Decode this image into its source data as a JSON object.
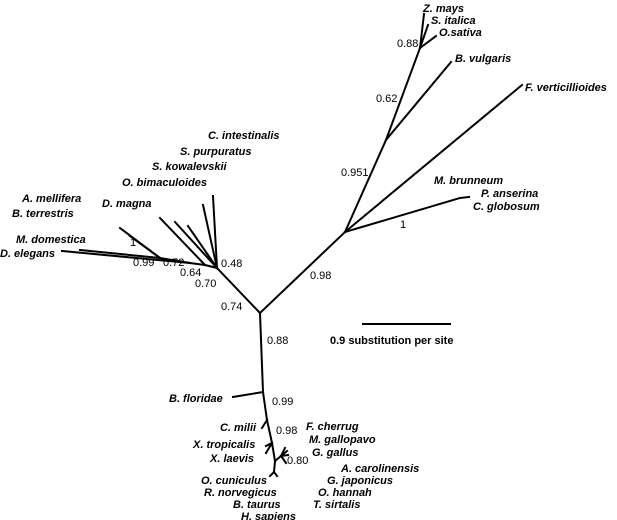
{
  "tree": {
    "taxa": {
      "z_mays": "Z. mays",
      "s_italica": "S. italica",
      "o_sativa": "O.sativa",
      "b_vulgaris": "B. vulgaris",
      "f_verticillioides": "F. verticillioides",
      "m_brunneum": "M. brunneum",
      "p_anserina": "P. anserina",
      "c_globosum": "C. globosum",
      "c_intestinalis": "C. intestinalis",
      "s_purpuratus": "S. purpuratus",
      "s_kowalevskii": "S. kowalevskii",
      "o_bimaculoides": "O. bimaculoides",
      "a_mellifera": "A. mellifera",
      "b_terrestris": "B. terrestris",
      "d_magna": "D. magna",
      "m_domestica": "M. domestica",
      "d_elegans": "D. elegans",
      "b_floridae": "B. floridae",
      "c_milii": "C. milii",
      "x_tropicalis": "X. tropicalis",
      "x_laevis": "X. laevis",
      "f_cherrug": "F. cherrug",
      "m_gallopavo": "M. gallopavo",
      "g_gallus": "G. gallus",
      "a_carolinensis": "A. carolinensis",
      "g_japonicus": "G. japonicus",
      "o_hannah": "O. hannah",
      "t_sirtalis": "T. sirtalis",
      "o_cuniculus": "O. cuniculus",
      "r_norvegicus": "R. norvegicus",
      "b_taurus": "B. taurus",
      "h_sapiens": "H. sapiens"
    },
    "support": {
      "s088_top": "0.88",
      "s062": "0.62",
      "s0951": "0.951",
      "s1_fungi": "1",
      "s098_right": "0.98",
      "s074": "0.74",
      "s088_mid": "0.88",
      "s099_low": "0.99",
      "s098_low": "0.98",
      "s080": "0.80",
      "s1_insect": "1",
      "s099_left": "0.99",
      "s072": "0.72",
      "s064": "0.64",
      "s070": "0.70",
      "s048": "0.48"
    },
    "scale_bar": {
      "label": "0.9 substitution per site"
    }
  }
}
